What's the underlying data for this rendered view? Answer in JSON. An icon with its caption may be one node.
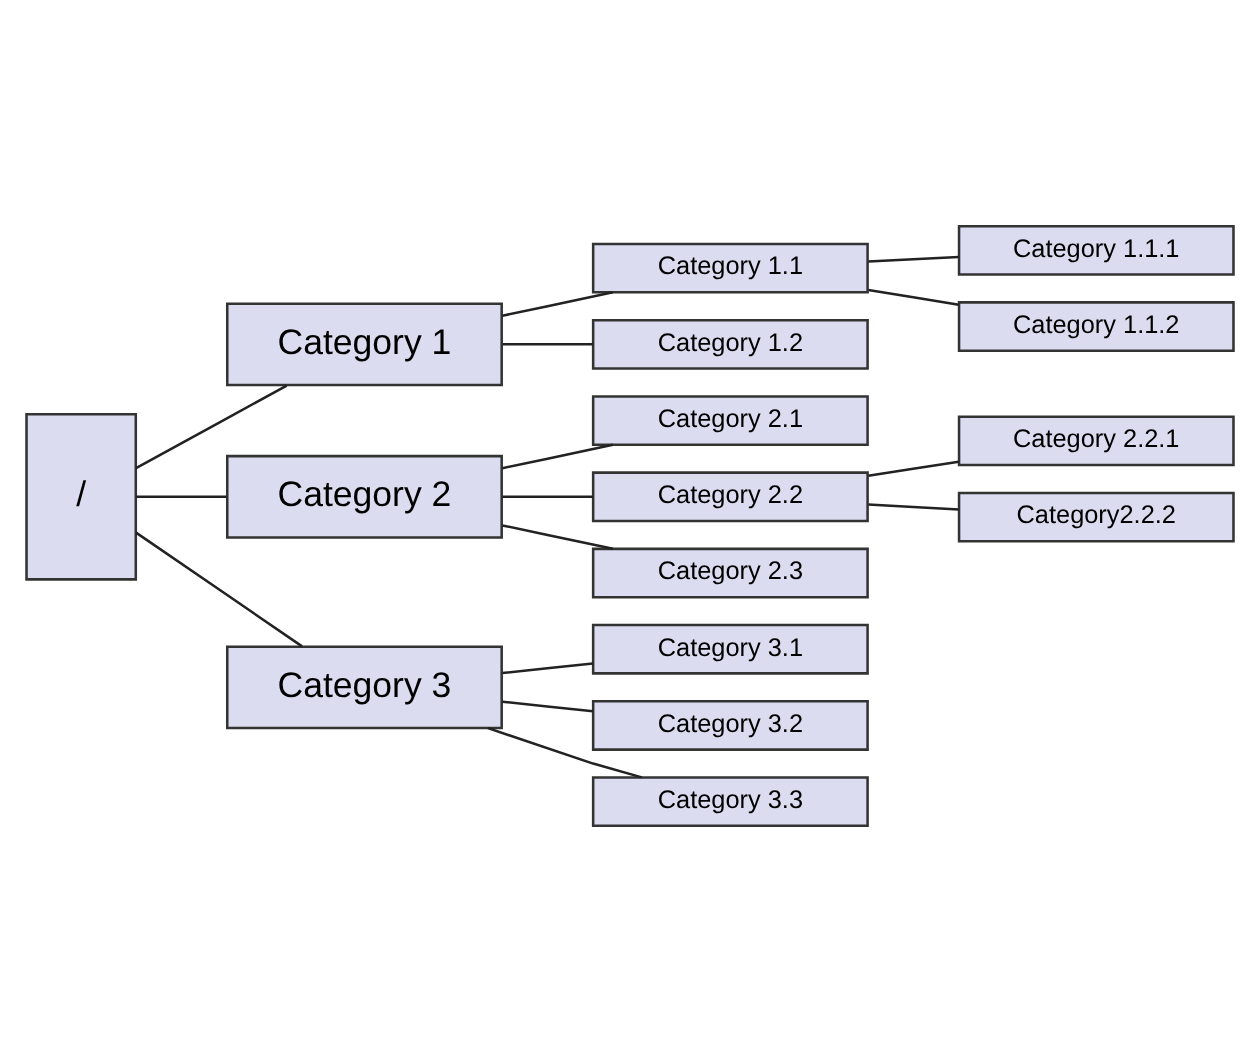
{
  "diagram": {
    "nodes": [
      {
        "text": [
          "/"
        ]
      },
      {
        "text": [
          "Category 1"
        ]
      },
      {
        "text": [
          "Category 1.1"
        ]
      },
      {
        "text": [
          "Category 1.1.1"
        ]
      },
      {
        "text": [
          "Category 1.1.2"
        ]
      },
      {
        "text": [
          "Category 1.2"
        ]
      },
      {
        "text": [
          "Category 2"
        ]
      },
      {
        "text": [
          "Category 2.1"
        ]
      },
      {
        "text": [
          "Category 2.2"
        ]
      },
      {
        "text": [
          "Category 2.2.1"
        ]
      },
      {
        "text": [
          "Category2.2.2"
        ]
      },
      {
        "text": [
          "Category 2.3"
        ]
      },
      {
        "text": [
          "Category 3"
        ]
      },
      {
        "text": [
          "Category 3.1"
        ]
      },
      {
        "text": [
          "Category 3.2"
        ]
      },
      {
        "text": [
          "Category 3.3"
        ]
      }
    ],
    "edges": [
      {
        "from": 0,
        "to": 1,
        "arrow": "none"
      },
      {
        "from": 1,
        "to": 2,
        "arrow": "none"
      },
      {
        "from": 2,
        "to": 3,
        "arrow": "none"
      },
      {
        "from": 2,
        "to": 4,
        "arrow": "none"
      },
      {
        "from": 1,
        "to": 5,
        "arrow": "none"
      },
      {
        "from": 0,
        "to": 6,
        "arrow": "none"
      },
      {
        "from": 6,
        "to": 7,
        "arrow": "none"
      },
      {
        "from": 6,
        "to": 8,
        "arrow": "none"
      },
      {
        "from": 8,
        "to": 9,
        "arrow": "none"
      },
      {
        "from": 8,
        "to": 10,
        "arrow": "none"
      },
      {
        "from": 6,
        "to": 11,
        "arrow": "none"
      },
      {
        "from": 0,
        "to": 12,
        "arrow": "none"
      },
      {
        "from": 12,
        "to": 13,
        "arrow": "none"
      },
      {
        "from": 12,
        "to": 14,
        "arrow": "none"
      },
      {
        "from": 12,
        "to": 15,
        "arrow": "none"
      }
    ]
  }
}
